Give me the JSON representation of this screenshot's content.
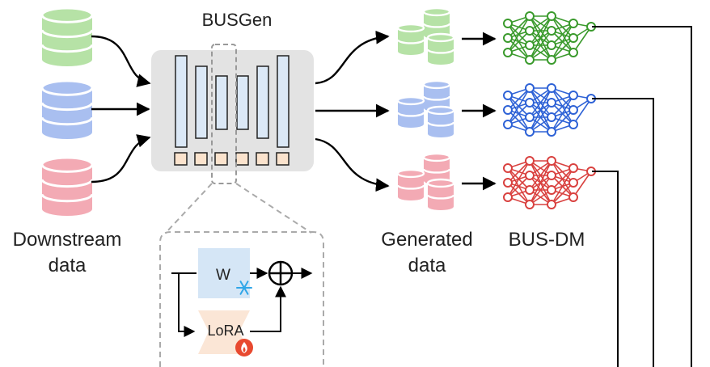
{
  "labels": {
    "busgen": "BUSGen",
    "downstream_line1": "Downstream",
    "downstream_line2": "data",
    "generated_line1": "Generated",
    "generated_line2": "data",
    "busdm": "BUS-DM",
    "w": "W",
    "lora": "LoRA"
  },
  "icons": {
    "database": "database-icon",
    "neural_net": "neural-network-icon",
    "snowflake": "snowflake-icon",
    "flame": "flame-icon",
    "adder": "plus-circle-icon"
  },
  "colors": {
    "green_fill": "#b6e2a6",
    "green_line": "#6cc05a",
    "green_net": "#3a9a2c",
    "blue_fill": "#a9bff0",
    "blue_line": "#7b9bdc",
    "blue_net": "#2e62d6",
    "red_fill": "#f3aab4",
    "red_line": "#e5707e",
    "red_net": "#d9413f",
    "block_gray": "#e3e3e3",
    "encoder_bar": "#dbe8f6",
    "token_box": "#fbe3cd",
    "w_box": "#d5e6f6",
    "lora_box": "#fbe6d6",
    "snow": "#2fa6e8",
    "fire": "#e8492f"
  }
}
